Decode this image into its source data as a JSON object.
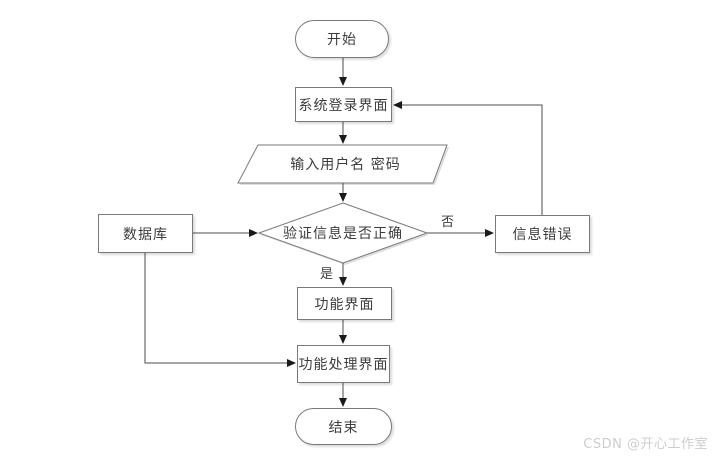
{
  "diagram": {
    "title": "login-flowchart",
    "nodes": {
      "start": {
        "label": "开始",
        "type": "terminator"
      },
      "login": {
        "label": "系统登录界面",
        "type": "process"
      },
      "input": {
        "label": "输入用户名 密码",
        "type": "io"
      },
      "decision": {
        "label": "验证信息是否正确",
        "type": "decision"
      },
      "database": {
        "label": "数据库",
        "type": "process"
      },
      "error": {
        "label": "信息错误",
        "type": "process"
      },
      "function": {
        "label": "功能界面",
        "type": "process"
      },
      "process": {
        "label": "功能处理界面",
        "type": "process"
      },
      "end": {
        "label": "结束",
        "type": "terminator"
      }
    },
    "edge_labels": {
      "yes": "是",
      "no": "否"
    },
    "colors": {
      "shape_border": "#7a7a7a",
      "shape_fill": "#ffffff",
      "connector_line": "#4d4d4d",
      "arrowhead": "#1a1a1a",
      "text": "#3c3c3c",
      "watermark": "#cdcdcd",
      "background": "#ffffff"
    }
  },
  "watermark": {
    "text": "CSDN @开心工作室"
  }
}
